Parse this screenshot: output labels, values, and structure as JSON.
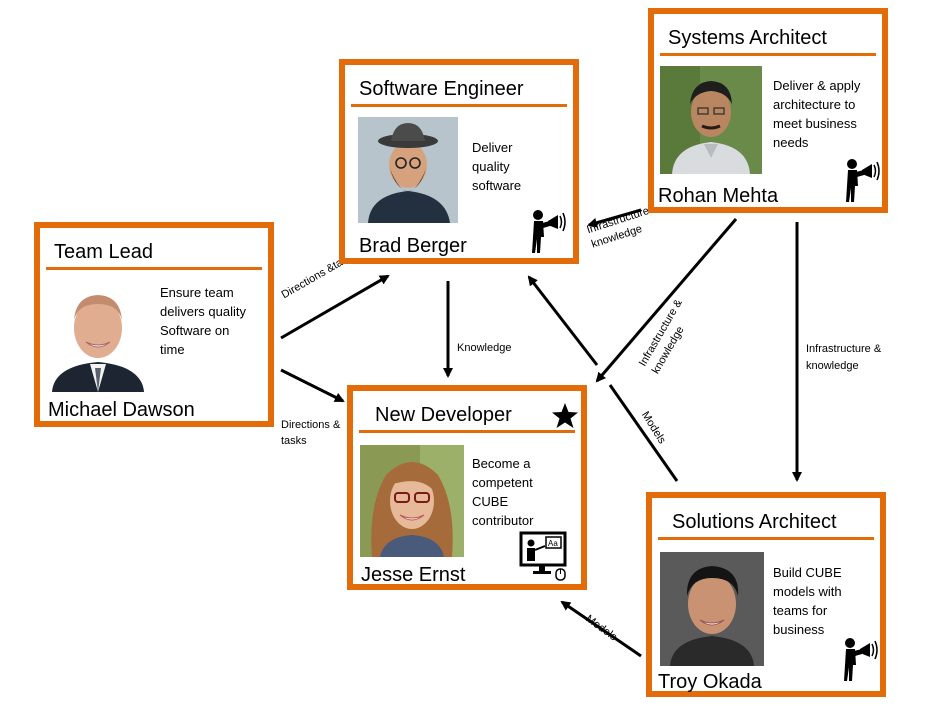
{
  "colors": {
    "frame": "#E36C0A",
    "arrow": "#000000"
  },
  "cards": {
    "software_engineer": {
      "role": "Software Engineer",
      "description": "Deliver quality software",
      "person": "Brad Berger",
      "icon": "megaphone-icon"
    },
    "systems_architect": {
      "role": "Systems Architect",
      "description": "Deliver & apply architecture to meet business needs",
      "person": "Rohan Mehta",
      "icon": "megaphone-icon"
    },
    "team_lead": {
      "role": "Team Lead",
      "description": "Ensure team delivers quality Software on time",
      "person": "Michael Dawson"
    },
    "new_developer": {
      "role": "New Developer",
      "description": "Become a competent CUBE contributor",
      "person": "Jesse Ernst",
      "icon": "presentation-icon",
      "badge": "star-icon"
    },
    "solutions_architect": {
      "role": "Solutions Architect",
      "description": "Build CUBE models with teams for business",
      "person": "Troy Okada",
      "icon": "megaphone-icon"
    }
  },
  "edges": {
    "teamlead_to_engineer": "Directions &tasks",
    "teamlead_to_newdev": "Directions & tasks",
    "engineer_to_newdev": "Knowledge",
    "systems_to_engineer": "Infrastructure & knowledge",
    "systems_to_newdev": "Infrastructure & knowledge",
    "systems_to_solutions": "Infrastructure & knowledge",
    "solutions_to_engineer": "Models",
    "solutions_to_newdev": "Models"
  }
}
